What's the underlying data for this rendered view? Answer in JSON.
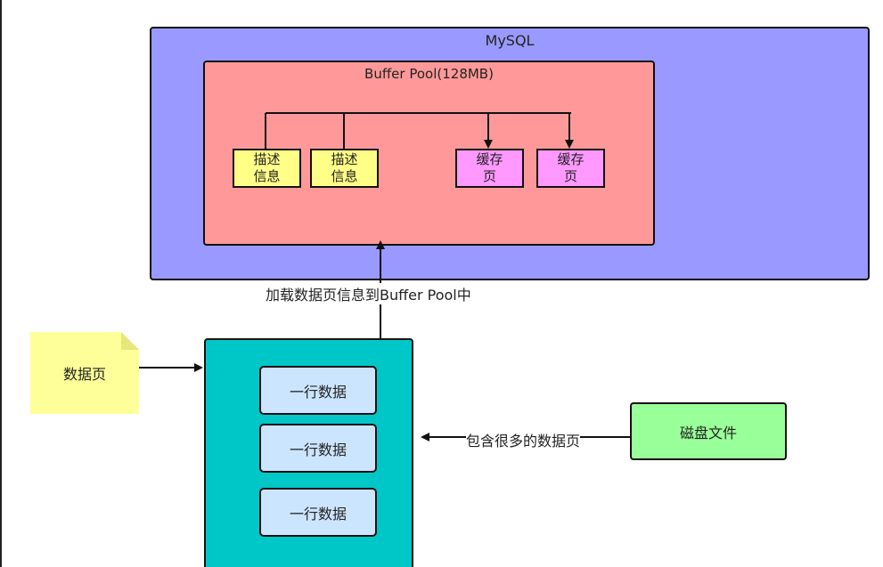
{
  "mysql": {
    "title": "MySQL",
    "color": "#9999ff"
  },
  "buffer_pool": {
    "title": "Buffer Pool(128MB)",
    "color": "#ff9999",
    "describe_blocks": [
      "描述\n信息",
      "描述\n信息"
    ],
    "cache_pages": [
      "缓存\n页",
      "缓存\n页"
    ]
  },
  "load_label": "加载数据页信息到Buffer Pool中",
  "data_page_note": {
    "text": "数据页",
    "color": "#ffff99"
  },
  "data_block": {
    "color": "#00c7c7",
    "rows": [
      "一行数据",
      "一行数据",
      "一行数据"
    ]
  },
  "contains_label": "包含很多的数据页",
  "disk_file": {
    "text": "磁盘文件",
    "color": "#99ff99"
  }
}
